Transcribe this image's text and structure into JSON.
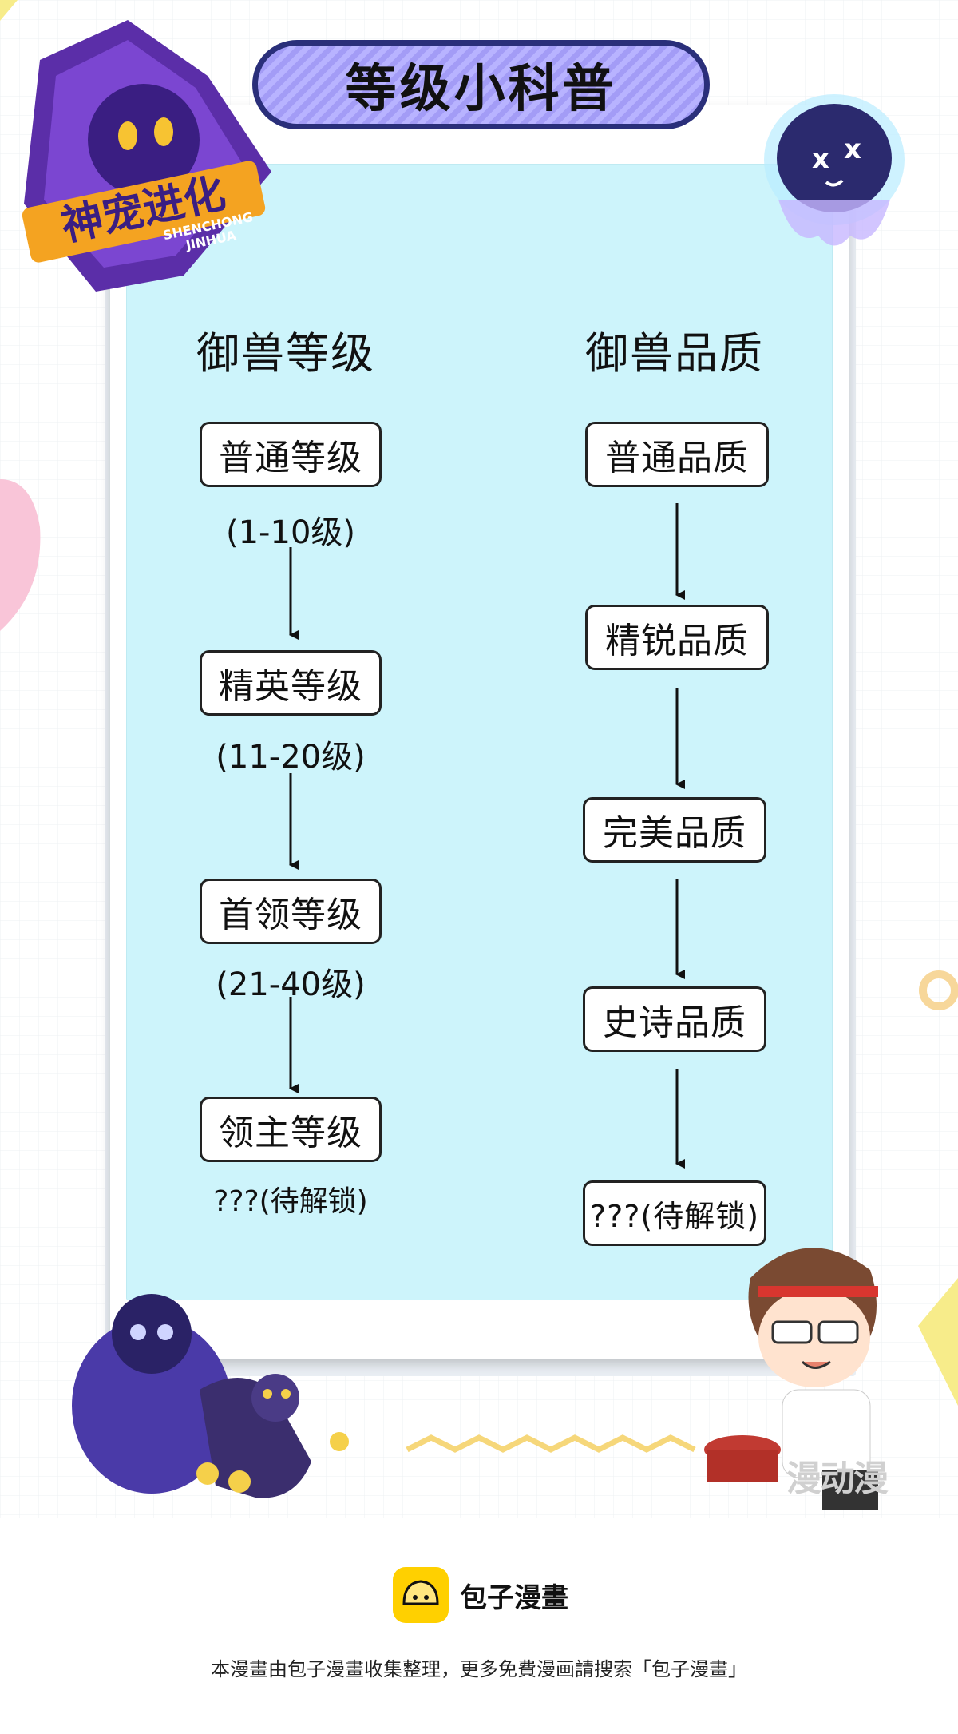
{
  "title": "等级小科普",
  "logo": {
    "name": "神宠进化",
    "sub1": "SHENCHONG",
    "sub2": "JINHUA"
  },
  "left_column": {
    "heading": "御兽等级",
    "levels": [
      {
        "label": "普通等级",
        "range": "(1-10级)"
      },
      {
        "label": "精英等级",
        "range": "(11-20级)"
      },
      {
        "label": "首领等级",
        "range": "(21-40级)"
      },
      {
        "label": "领主等级",
        "range": "???(待解锁)"
      }
    ]
  },
  "right_column": {
    "heading": "御兽品质",
    "qualities": [
      {
        "label": "普通品质"
      },
      {
        "label": "精锐品质"
      },
      {
        "label": "完美品质"
      },
      {
        "label": "史诗品质"
      },
      {
        "label": "???(待解锁)"
      }
    ]
  },
  "watermark": "漫动漫",
  "footer": {
    "brand": "包子漫畫",
    "note": "本漫畫由包子漫畫收集整理，更多免費漫画請搜索「包子漫畫」"
  },
  "colors": {
    "panel_bg": "#cdf4fb",
    "title_purple": "#a39cf6",
    "title_border": "#2a2f7a",
    "bun_yellow": "#ffd000"
  },
  "icons": [
    "shenchong-logo-icon",
    "ghost-jellyfish-icon",
    "monsters-illustration-icon",
    "drummer-boy-illustration-icon",
    "bun-icon"
  ]
}
